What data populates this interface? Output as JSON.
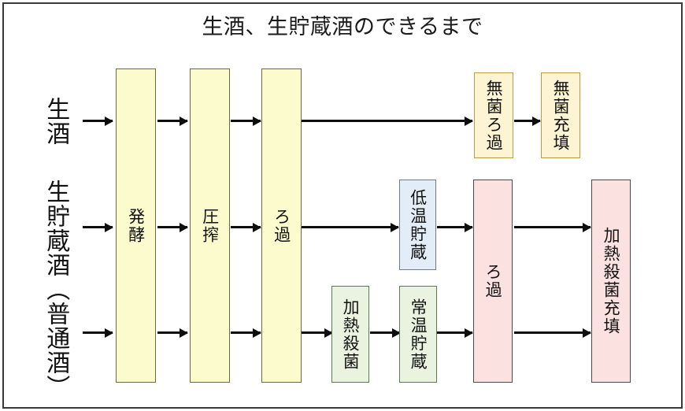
{
  "diagram": {
    "title": "生酒、生貯蔵酒のできるまで",
    "row_labels": [
      {
        "id": "row-label-namazake",
        "text": "生酒"
      },
      {
        "id": "row-label-namachozoshu",
        "text": "生貯蔵酒（普通酒）"
      }
    ],
    "nodes": [
      {
        "id": "node-fermentation",
        "label": "発酵",
        "style": "tall-yellow"
      },
      {
        "id": "node-pressing",
        "label": "圧搾",
        "style": "tall-yellow"
      },
      {
        "id": "node-filtration-main",
        "label": "ろ過",
        "style": "tall-yellow"
      },
      {
        "id": "node-sterile-filtration",
        "label": "無菌ろ過",
        "style": "cream"
      },
      {
        "id": "node-sterile-filling",
        "label": "無菌充填",
        "style": "cream"
      },
      {
        "id": "node-low-temp-storage",
        "label": "低温貯蔵",
        "style": "blue"
      },
      {
        "id": "node-heat-sterilization",
        "label": "加熱殺菌",
        "style": "green"
      },
      {
        "id": "node-room-temp-storage",
        "label": "常温貯蔵",
        "style": "green"
      },
      {
        "id": "node-filtration-second",
        "label": "ろ過",
        "style": "pink"
      },
      {
        "id": "node-heat-sterilize-fill",
        "label": "加熱殺菌充填",
        "style": "pink"
      }
    ],
    "colors": {
      "tall_yellow_fill": "#fcfbcd",
      "cream_fill": "#fdf4d3",
      "blue_fill": "#e2edf7",
      "green_fill": "#e9f3e0",
      "pink_fill": "#fbe2e0",
      "arrow": "#0d0d0d",
      "frame": "#3a3a3a",
      "text": "#121212"
    }
  }
}
